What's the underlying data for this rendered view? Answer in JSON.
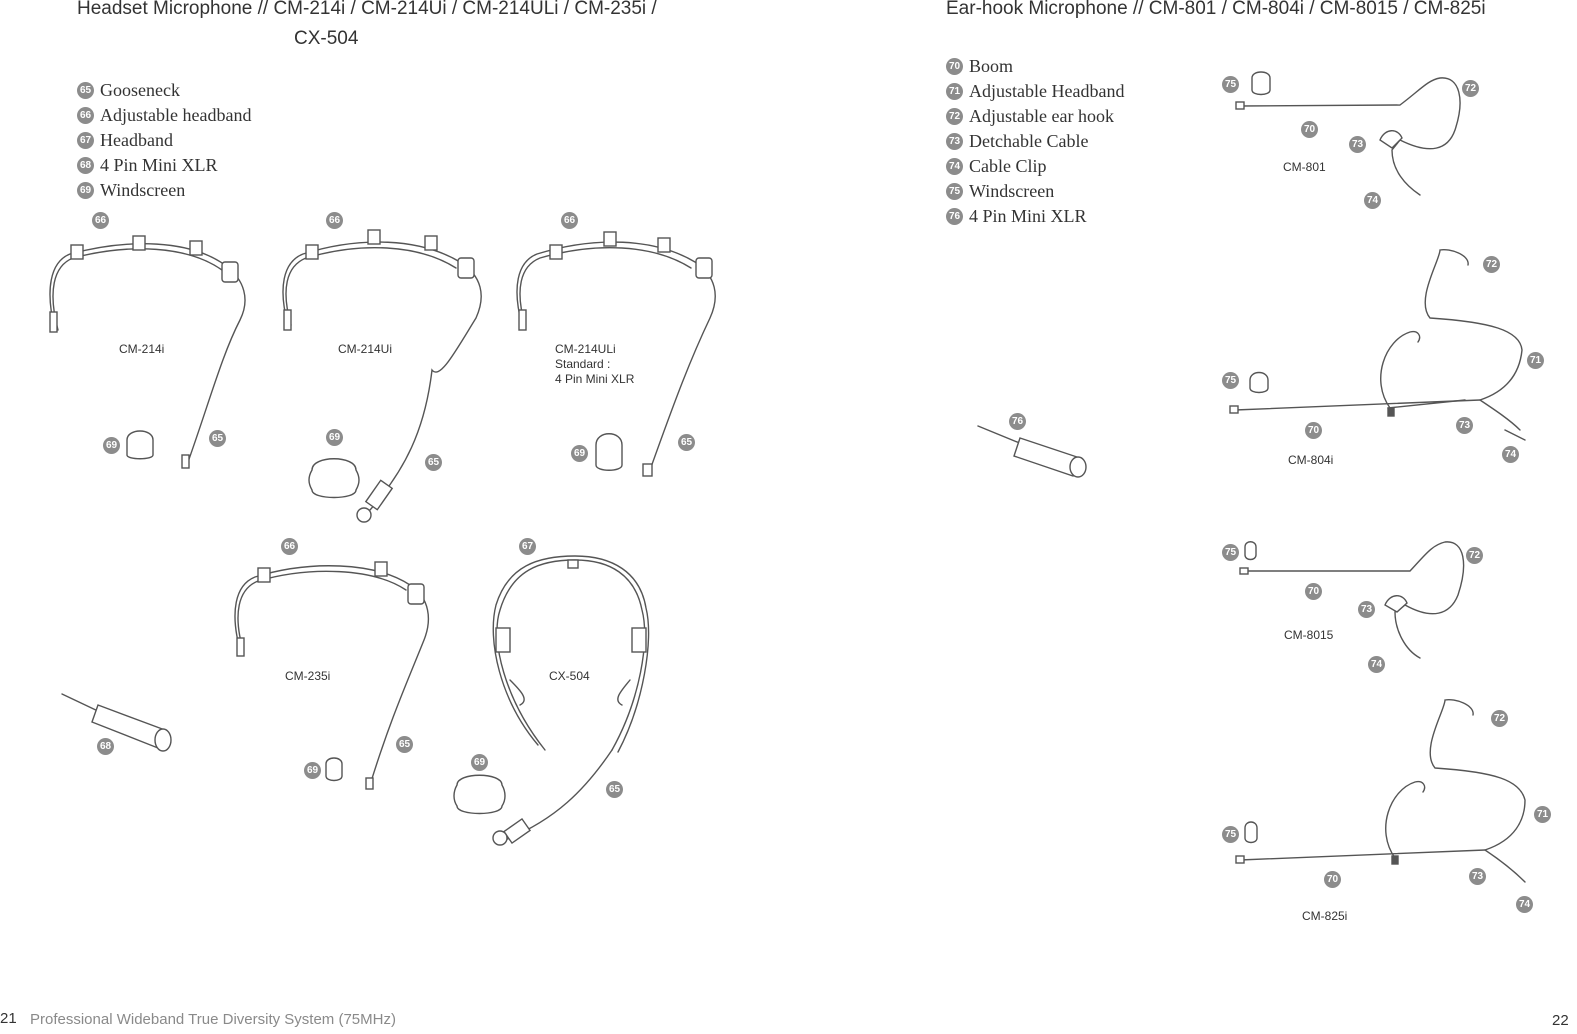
{
  "left": {
    "title_line1": "Headset Microphone // CM-214i / CM-214Ui / CM-214ULi / CM-235i /",
    "title_line2": "CX-504",
    "legend": [
      {
        "num": "65",
        "label": "Gooseneck"
      },
      {
        "num": "66",
        "label": "Adjustable headband"
      },
      {
        "num": "67",
        "label": "Headband"
      },
      {
        "num": "68",
        "label": "4 Pin Mini XLR"
      },
      {
        "num": "69",
        "label": "Windscreen"
      }
    ],
    "models": {
      "cm214i": "CM-214i",
      "cm214ui": "CM-214Ui",
      "cm214uli": "CM-214ULi",
      "cm214uli_note1": "Standard :",
      "cm214uli_note2": "4 Pin Mini XLR",
      "cm235i": "CM-235i",
      "cx504": "CX-504"
    },
    "markers": {
      "m66": "66",
      "m65": "65",
      "m67": "67",
      "m68": "68",
      "m69": "69"
    }
  },
  "right": {
    "title": "Ear-hook Microphone // CM-801 / CM-804i / CM-8015 / CM-825i",
    "legend": [
      {
        "num": "70",
        "label": "Boom"
      },
      {
        "num": "71",
        "label": "Adjustable Headband"
      },
      {
        "num": "72",
        "label": "Adjustable ear hook"
      },
      {
        "num": "73",
        "label": "Detchable Cable"
      },
      {
        "num": "74",
        "label": "Cable Clip"
      },
      {
        "num": "75",
        "label": "Windscreen"
      },
      {
        "num": "76",
        "label": "4 Pin Mini XLR"
      }
    ],
    "models": {
      "cm801": "CM-801",
      "cm804i": "CM-804i",
      "cm8015": "CM-8015",
      "cm825i": "CM-825i"
    },
    "markers": {
      "m70": "70",
      "m71": "71",
      "m72": "72",
      "m73": "73",
      "m74": "74",
      "m75": "75",
      "m76": "76"
    }
  },
  "footer": {
    "page_left": "21",
    "text": "Professional Wideband True Diversity System (75MHz)",
    "page_right": "22"
  }
}
